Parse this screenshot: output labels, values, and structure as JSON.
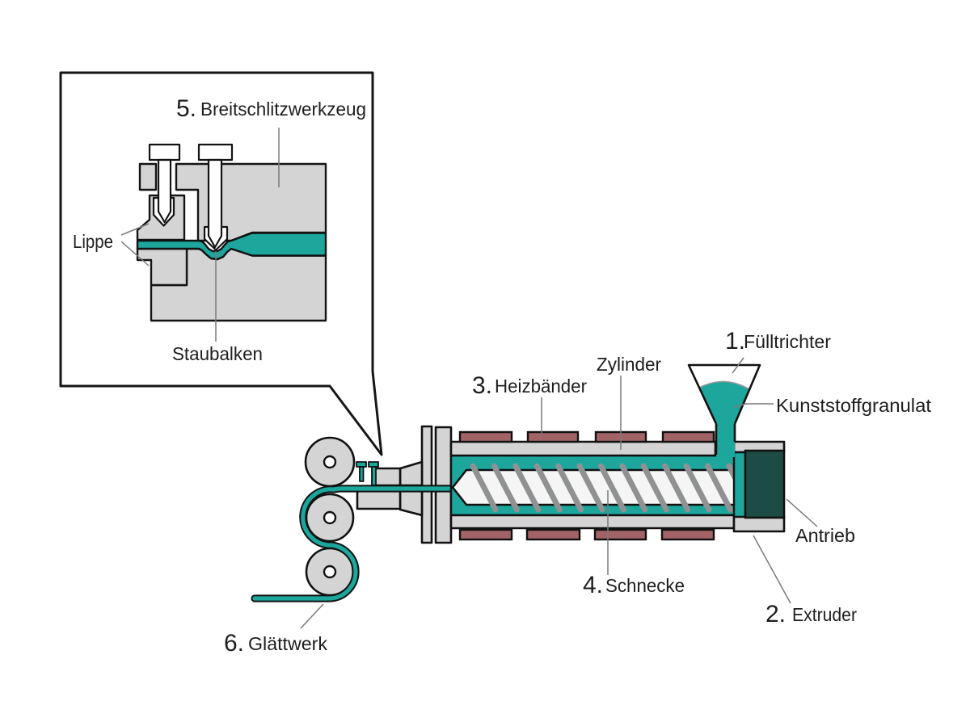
{
  "diagram": {
    "labels": {
      "fuelltrichter": {
        "number": "1.",
        "text": "Fülltrichter"
      },
      "extruder": {
        "number": "2.",
        "text": "Extruder"
      },
      "heizbaender": {
        "number": "3.",
        "text": "Heizbänder"
      },
      "schnecke": {
        "number": "4.",
        "text": "Schnecke"
      },
      "breitschlitzwerkzeug": {
        "number": "5.",
        "text": "Breitschlitzwerkzeug"
      },
      "glaettwerk": {
        "number": "6.",
        "text": "Glättwerk"
      },
      "zylinder": "Zylinder",
      "kunststoffgranulat": "Kunststoffgranulat",
      "antrieb": "Antrieb",
      "lippe": "Lippe",
      "staubalken": "Staubalken"
    },
    "colors": {
      "melt_teal": "#1CA69C",
      "drive_dark_teal": "#1D4B45",
      "heater_red": "#A26366",
      "machine_gray": "#D4D4D4",
      "screw_white": "#F5F5F5",
      "flight_gray": "#8F9193",
      "outline_black": "#111111",
      "leader_gray": "#7A7A7A",
      "text_color": "#1E1E1E",
      "background": "#FFFFFF"
    }
  }
}
